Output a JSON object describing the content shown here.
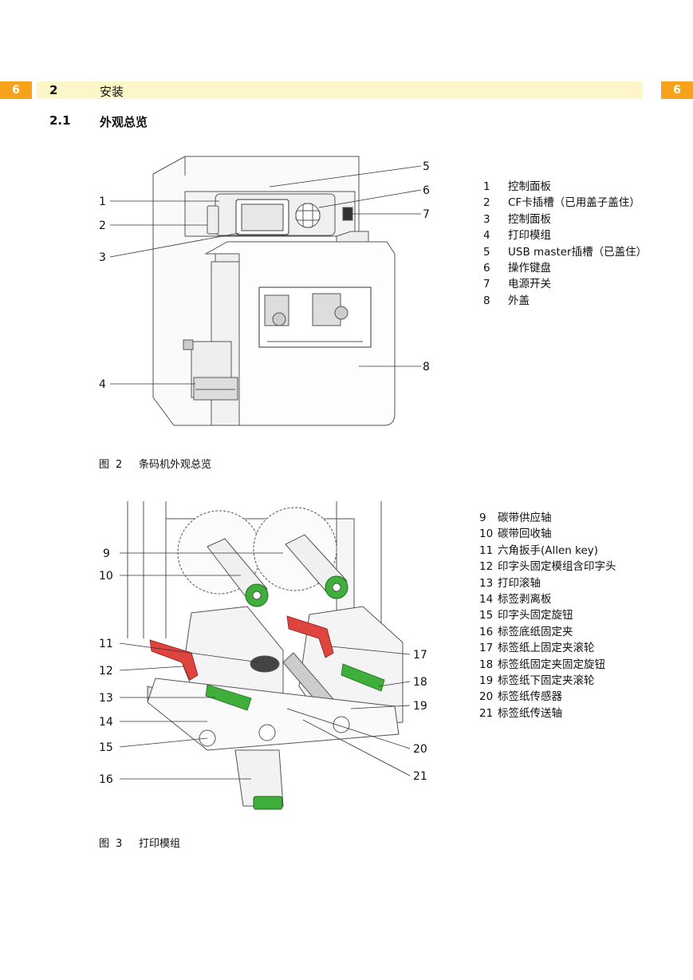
{
  "page_tab": "6",
  "header": {
    "chapter_num": "2",
    "chapter_title": "安装"
  },
  "section": {
    "num": "2.1",
    "title": "外观总览"
  },
  "figure1": {
    "callouts": [
      "1",
      "2",
      "3",
      "4",
      "5",
      "6",
      "7",
      "8"
    ],
    "caption_prefix": "图",
    "caption_num": "2",
    "caption_text": "条码机外观总览",
    "legend": [
      {
        "num": "1",
        "text": "控制面板"
      },
      {
        "num": "2",
        "text": "CF卡插槽（已用盖子盖住）"
      },
      {
        "num": "3",
        "text": "控制面板"
      },
      {
        "num": "4",
        "text": "打印模组"
      },
      {
        "num": "5",
        "text": "USB master插槽（已盖住）"
      },
      {
        "num": "6",
        "text": "操作键盘"
      },
      {
        "num": "7",
        "text": "电源开关"
      },
      {
        "num": "8",
        "text": "外盖"
      }
    ]
  },
  "figure2": {
    "callouts": [
      "9",
      "10",
      "11",
      "12",
      "13",
      "14",
      "15",
      "16",
      "17",
      "18",
      "19",
      "20",
      "21"
    ],
    "caption_prefix": "图",
    "caption_num": "3",
    "caption_text": "打印模组",
    "legend": [
      {
        "num": "9",
        "text": "碳带供应轴"
      },
      {
        "num": "10",
        "text": "碳带回收轴"
      },
      {
        "num": "11",
        "text": "六角扳手(Allen key)"
      },
      {
        "num": "12",
        "text": "印字头固定模组含印字头"
      },
      {
        "num": "13",
        "text": "打印滚轴"
      },
      {
        "num": "14",
        "text": "标签剥离板"
      },
      {
        "num": "15",
        "text": "印字头固定旋钮"
      },
      {
        "num": "16",
        "text": "标签底纸固定夹"
      },
      {
        "num": "17",
        "text": "标签纸上固定夹滚轮"
      },
      {
        "num": "18",
        "text": "标签纸固定夹固定旋钮"
      },
      {
        "num": "19",
        "text": "标签纸下固定夹滚轮"
      },
      {
        "num": "20",
        "text": "标签纸传感器"
      },
      {
        "num": "21",
        "text": "标签纸传送轴"
      }
    ]
  },
  "colors": {
    "tab": "#f7a21b",
    "band": "#fdf6c8",
    "green": "#3fae3a",
    "red": "#e0443e"
  }
}
